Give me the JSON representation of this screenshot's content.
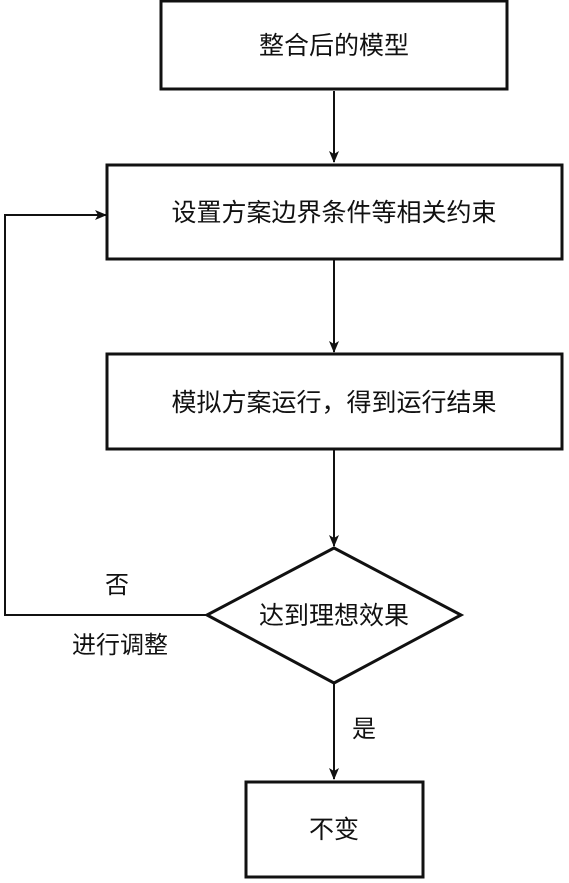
{
  "diagram": {
    "nodes": {
      "model": {
        "label": "整合后的模型",
        "shape": "rectangle"
      },
      "constraints": {
        "label": "设置方案边界条件等相关约束",
        "shape": "rectangle"
      },
      "simulate": {
        "label": "模拟方案运行，得到运行结果",
        "shape": "rectangle"
      },
      "decision": {
        "label": "达到理想效果",
        "shape": "diamond"
      },
      "unchanged": {
        "label": "不变",
        "shape": "rectangle"
      }
    },
    "edges": {
      "yes_label": "是",
      "no_label": "否",
      "adjust_label": "进行调整"
    },
    "colors": {
      "stroke": "#111111",
      "background": "#ffffff"
    }
  }
}
